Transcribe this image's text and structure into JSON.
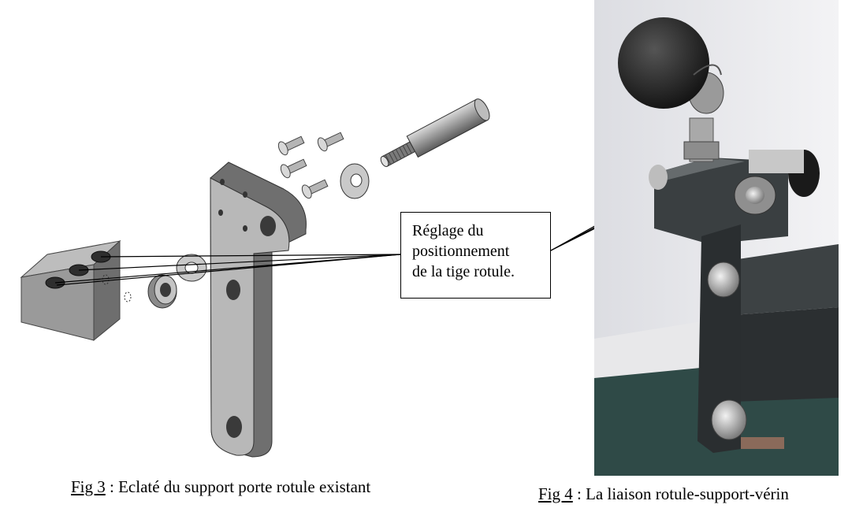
{
  "callout": {
    "lines": [
      "Réglage du",
      "positionnement",
      "de la tige rotule."
    ]
  },
  "figure3": {
    "fig_label": "Fig 3",
    "caption_text": " : Eclaté du support porte rotule existant"
  },
  "figure4": {
    "fig_label": "Fig 4",
    "caption_text": " : La liaison rotule-support-vérin"
  }
}
